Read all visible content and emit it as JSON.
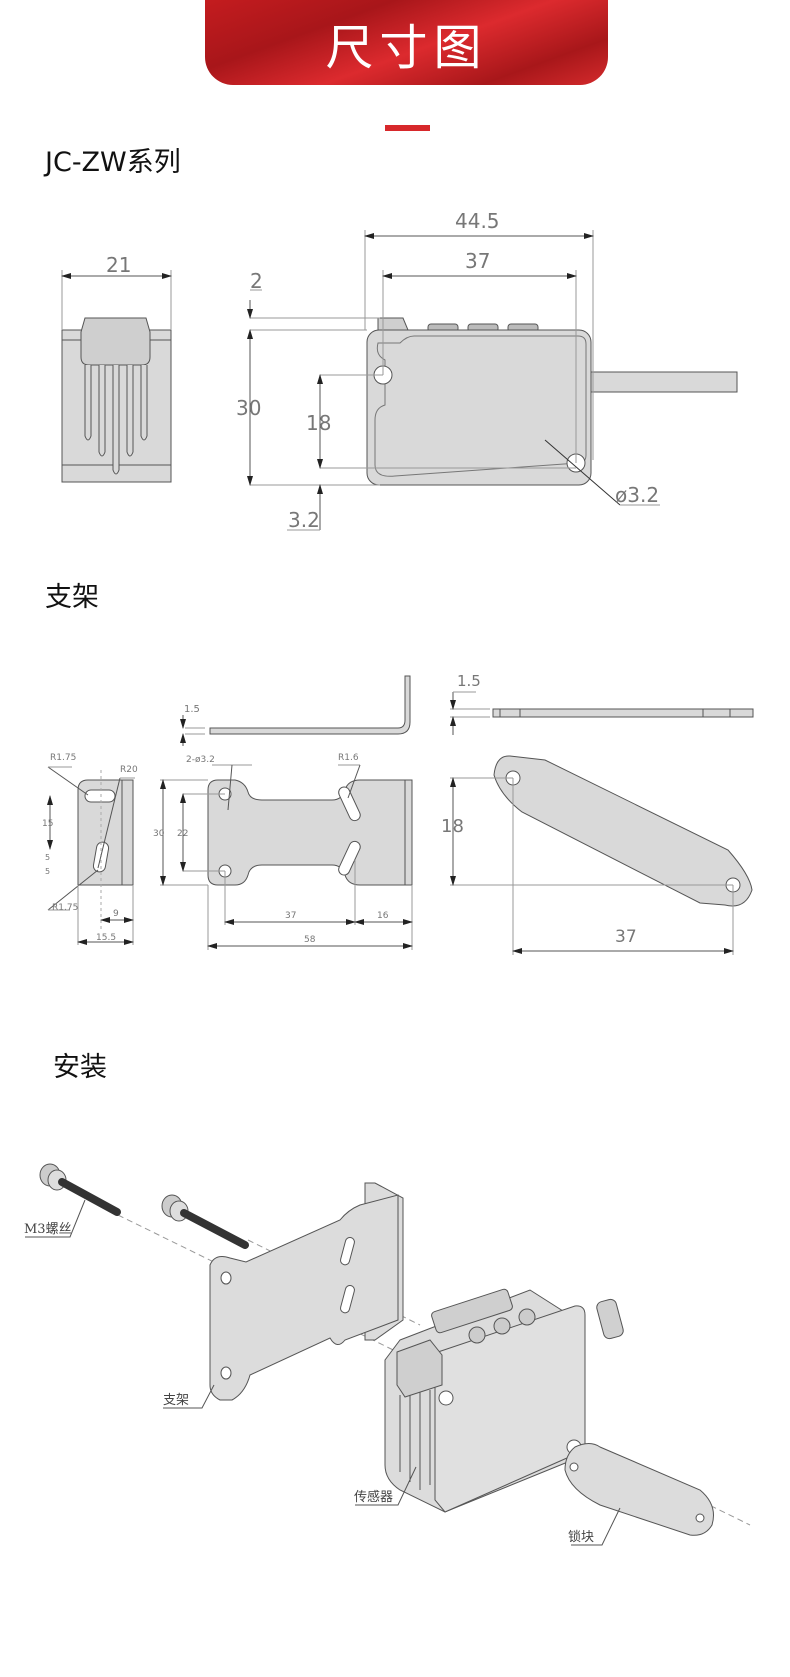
{
  "banner": {
    "title": "尺寸图",
    "color": "#c41c1f"
  },
  "sections": {
    "series": {
      "title": "JC-ZW系列"
    },
    "bracket": {
      "title": "支架"
    },
    "install": {
      "title": "安装"
    }
  },
  "sensor_drawing": {
    "front_width": "21",
    "overall_length": "44.5",
    "hole_spacing": "37",
    "top_offset": "2",
    "height": "30",
    "hole_vertical": "18",
    "hole_offset": "3.2",
    "hole_diameter": "ø3.2"
  },
  "bracket_drawing": {
    "side_thickness": "1.5",
    "slot_radius_top": "R1.75",
    "arc_radius": "R20",
    "slot_radius_bottom": "R1.75",
    "slot_spacing": "15",
    "slot_a": "5",
    "slot_b": "5",
    "side_offset": "9",
    "side_width": "15.5",
    "plate_thickness": "1.5",
    "holes": "2-ø3.2",
    "slot_radius": "R1.6",
    "plate_height": "30",
    "hole_spacing_v": "22",
    "hole_to_slot": "37",
    "slot_to_edge": "16",
    "plate_length": "58"
  },
  "lock_drawing": {
    "thickness": "1.5",
    "vertical": "18",
    "horizontal": "37"
  },
  "install_labels": {
    "screw": "M3螺丝",
    "bracket": "支架",
    "sensor": "传感器",
    "lock": "锁块"
  }
}
